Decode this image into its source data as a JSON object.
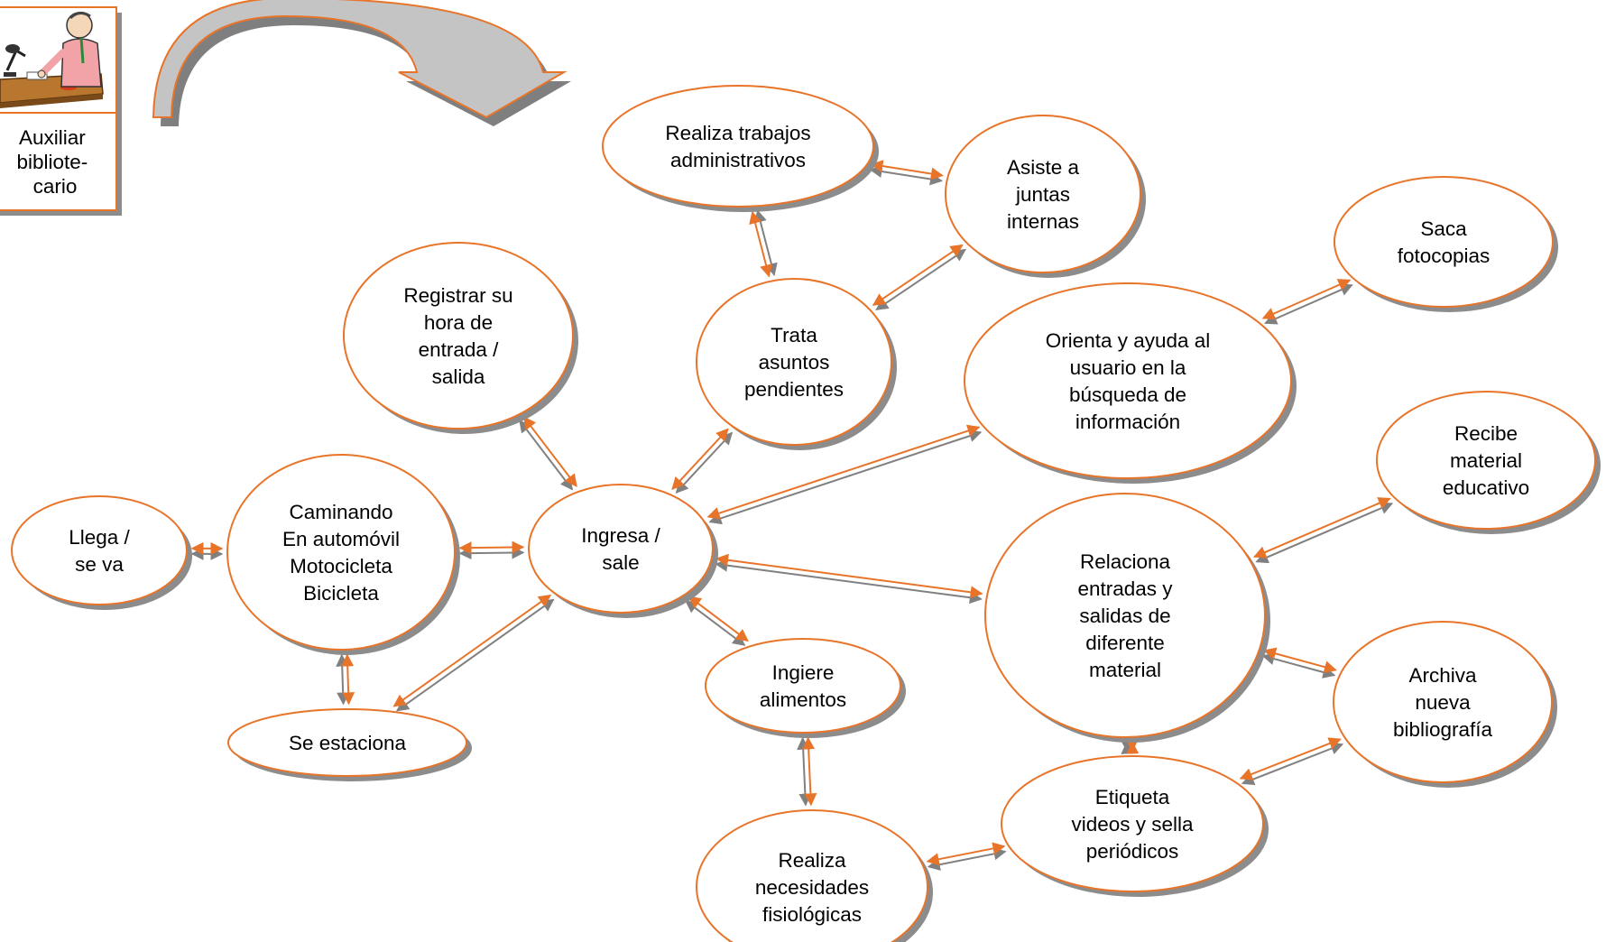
{
  "role": {
    "label_lines": [
      "Auxiliar",
      "bibliote-",
      "cario"
    ],
    "icon": "librarian-at-desk-icon"
  },
  "colors": {
    "accent": "#e8742a",
    "connector_shadow": "#808080",
    "shadow": "#8c8c8c",
    "banner_arrow": "#c4c4c4"
  },
  "nodes": [
    {
      "id": "llega",
      "lines": [
        "Llega /",
        "se va"
      ]
    },
    {
      "id": "transporte",
      "lines": [
        "Caminando",
        "En automóvil",
        "Motocicleta",
        "Bicicleta"
      ]
    },
    {
      "id": "estaciona",
      "lines": [
        "Se estaciona"
      ]
    },
    {
      "id": "registrar",
      "lines": [
        "Registrar su",
        "hora de",
        "entrada /",
        "salida"
      ]
    },
    {
      "id": "ingresa",
      "lines": [
        "Ingresa /",
        "sale"
      ]
    },
    {
      "id": "trata",
      "lines": [
        "Trata",
        "asuntos",
        "pendientes"
      ]
    },
    {
      "id": "trabajos",
      "lines": [
        "Realiza trabajos",
        "administrativos"
      ]
    },
    {
      "id": "juntas",
      "lines": [
        "Asiste a",
        "juntas",
        "internas"
      ]
    },
    {
      "id": "orienta",
      "lines": [
        "Orienta y ayuda al",
        "usuario en la",
        "búsqueda de",
        "información"
      ]
    },
    {
      "id": "fotocopias",
      "lines": [
        "Saca",
        "fotocopias"
      ]
    },
    {
      "id": "recibe",
      "lines": [
        "Recibe",
        "material",
        "educativo"
      ]
    },
    {
      "id": "relaciona",
      "lines": [
        "Relaciona",
        "entradas y",
        "salidas de",
        "diferente",
        "material"
      ]
    },
    {
      "id": "archiva",
      "lines": [
        "Archiva",
        "nueva",
        "bibliografía"
      ]
    },
    {
      "id": "ingiere",
      "lines": [
        "Ingiere",
        "alimentos"
      ]
    },
    {
      "id": "necesidades",
      "lines": [
        "Realiza",
        "necesidades",
        "fisiológicas"
      ]
    },
    {
      "id": "etiqueta",
      "lines": [
        "Etiqueta",
        "videos y sella",
        "periódicos"
      ]
    }
  ],
  "edges": [
    [
      "llega",
      "transporte"
    ],
    [
      "transporte",
      "ingresa"
    ],
    [
      "transporte",
      "estaciona"
    ],
    [
      "estaciona",
      "ingresa"
    ],
    [
      "registrar",
      "ingresa"
    ],
    [
      "ingresa",
      "trata"
    ],
    [
      "trata",
      "trabajos"
    ],
    [
      "trata",
      "juntas"
    ],
    [
      "trabajos",
      "juntas"
    ],
    [
      "ingresa",
      "orienta"
    ],
    [
      "orienta",
      "fotocopias"
    ],
    [
      "ingresa",
      "relaciona"
    ],
    [
      "relaciona",
      "recibe"
    ],
    [
      "relaciona",
      "archiva"
    ],
    [
      "relaciona",
      "etiqueta"
    ],
    [
      "etiqueta",
      "archiva"
    ],
    [
      "ingresa",
      "ingiere"
    ],
    [
      "ingiere",
      "necesidades"
    ],
    [
      "necesidades",
      "etiqueta"
    ]
  ]
}
